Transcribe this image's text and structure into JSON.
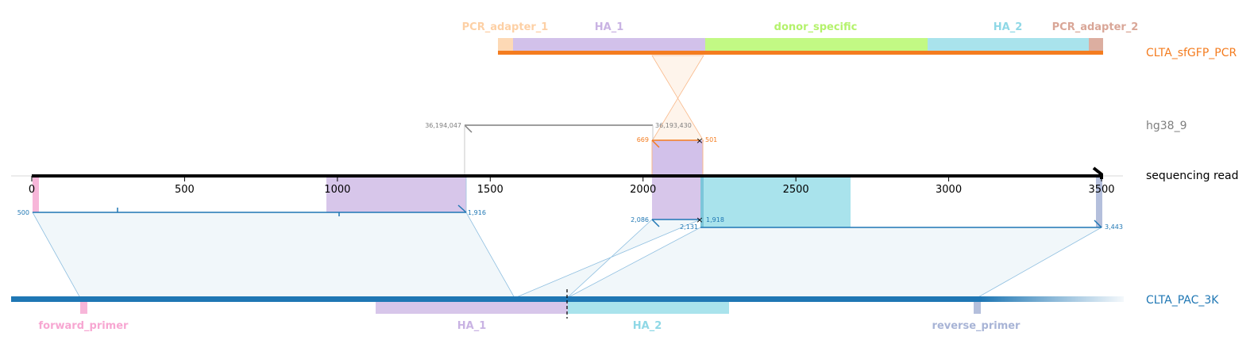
{
  "colors": {
    "pcr": "#f47c1f",
    "genome": "#7f7f7f",
    "target": "#1f77b4",
    "read": "#000000",
    "pcr_adapter": "#fdd9b5",
    "ha_1": "#c9b3e3",
    "donor_specific": "#c2f984",
    "ha_2": "#9bdde8",
    "pcr_adapter_2": "#d9a697",
    "forward_primer": "#f7a7d2",
    "reverse_primer": "#a8b4d6"
  },
  "references": {
    "pcr": "CLTA_sfGFP_PCR",
    "genome": "hg38_9",
    "read": "sequencing read",
    "target": "CLTA_PAC_3K"
  },
  "pcr_features": [
    {
      "name": "PCR_adapter_1",
      "color": "#fdd9b5"
    },
    {
      "name": "HA_1",
      "color": "#c9b3e3"
    },
    {
      "name": "donor_specific",
      "color": "#c2f984"
    },
    {
      "name": "HA_2",
      "color": "#9bdde8"
    },
    {
      "name": "PCR_adapter_2",
      "color": "#d9a697"
    }
  ],
  "target_features": [
    {
      "name": "forward_primer",
      "color": "#f7a7d2"
    },
    {
      "name": "HA_1",
      "color": "#c9b3e3"
    },
    {
      "name": "HA_2",
      "color": "#9bdde8"
    },
    {
      "name": "reverse_primer",
      "color": "#a8b4d6"
    }
  ],
  "axis": {
    "ticks": [
      "0",
      "500",
      "1000",
      "1500",
      "2000",
      "2500",
      "3000",
      "3500"
    ]
  },
  "alignments": {
    "genome": {
      "start": "36,194,047",
      "end": "36,193,430"
    },
    "pcr": {
      "start": "669",
      "end": "501"
    },
    "target_1": {
      "start": "500",
      "end": "1,916"
    },
    "target_2": {
      "start": "2,086",
      "end": "1,918"
    },
    "target_3": {
      "start": "2,131",
      "end": "3,443"
    }
  }
}
